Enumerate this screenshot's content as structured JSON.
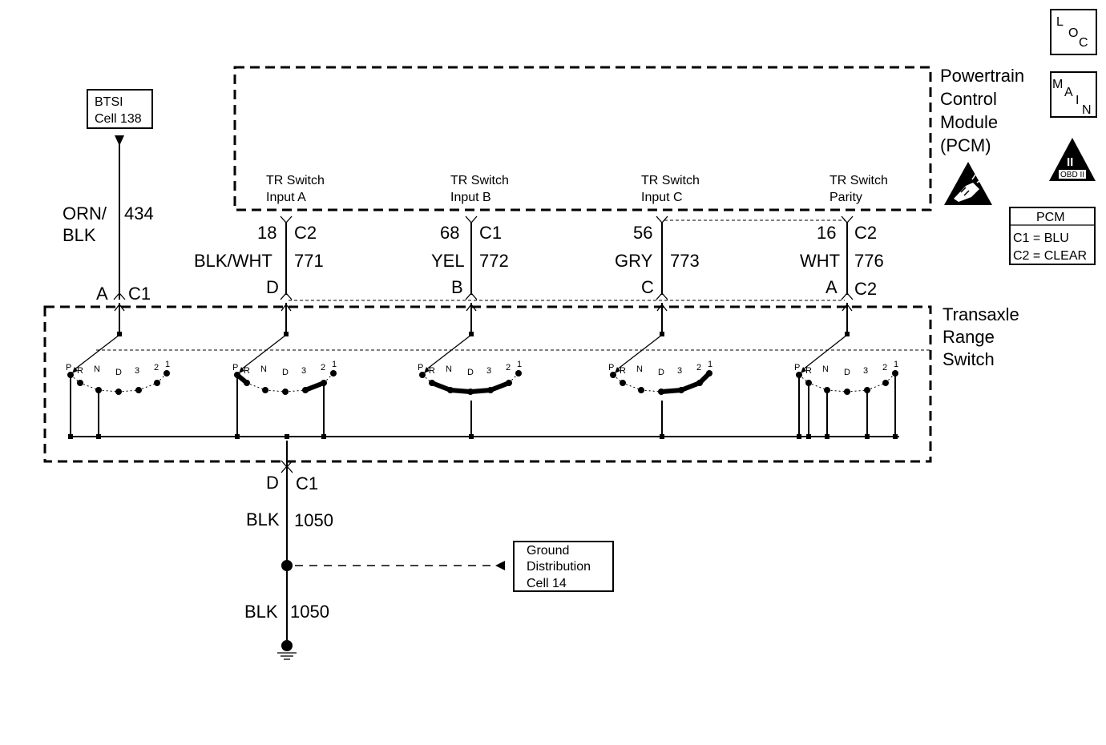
{
  "pcm": {
    "title_lines": [
      "Powertrain",
      "Control",
      "Module",
      "(PCM)"
    ]
  },
  "trs": {
    "title_lines": [
      "Transaxle",
      "Range",
      "Switch"
    ]
  },
  "btsi": {
    "lines": [
      "BTSI",
      "Cell 138"
    ]
  },
  "ground_dist": {
    "lines": [
      "Ground",
      "Distribution",
      "Cell 14"
    ]
  },
  "icons": {
    "loc": [
      "L",
      "O",
      "C"
    ],
    "main": [
      "M",
      "A",
      "I",
      "N"
    ],
    "obd": {
      "numeral": "II",
      "caption": "OBD II"
    }
  },
  "pcm_connector_legend": {
    "title": "PCM",
    "rows": [
      "C1 = BLU",
      "C2 = CLEAR"
    ]
  },
  "circuits": [
    {
      "pcm_input": [
        "TR Switch",
        "Input A"
      ],
      "pin": "18",
      "pcm_conn": "C2",
      "color": "BLK/WHT",
      "circuit": "771",
      "trs_pin": "D",
      "trs_conn": ""
    },
    {
      "pcm_input": [
        "TR Switch",
        "Input B"
      ],
      "pin": "68",
      "pcm_conn": "C1",
      "color": "YEL",
      "circuit": "772",
      "trs_pin": "B",
      "trs_conn": ""
    },
    {
      "pcm_input": [
        "TR Switch",
        "Input C"
      ],
      "pin": "56",
      "pcm_conn": "",
      "color": "GRY",
      "circuit": "773",
      "trs_pin": "C",
      "trs_conn": ""
    },
    {
      "pcm_input": [
        "TR Switch",
        "Parity"
      ],
      "pin": "16",
      "pcm_conn": "C2",
      "color": "WHT",
      "circuit": "776",
      "trs_pin": "A",
      "trs_conn": "C2"
    }
  ],
  "btsi_wire": {
    "color": [
      "ORN/",
      "BLK"
    ],
    "circuit": "434",
    "trs_pin": "A",
    "trs_conn": "C1"
  },
  "ground_wire": {
    "trs_pin": "D",
    "trs_conn": "C1",
    "upper": {
      "color": "BLK",
      "circuit": "1050"
    },
    "lower": {
      "color": "BLK",
      "circuit": "1050"
    }
  },
  "switch_positions": [
    "P",
    "R",
    "N",
    "D",
    "3",
    "2",
    "1"
  ]
}
